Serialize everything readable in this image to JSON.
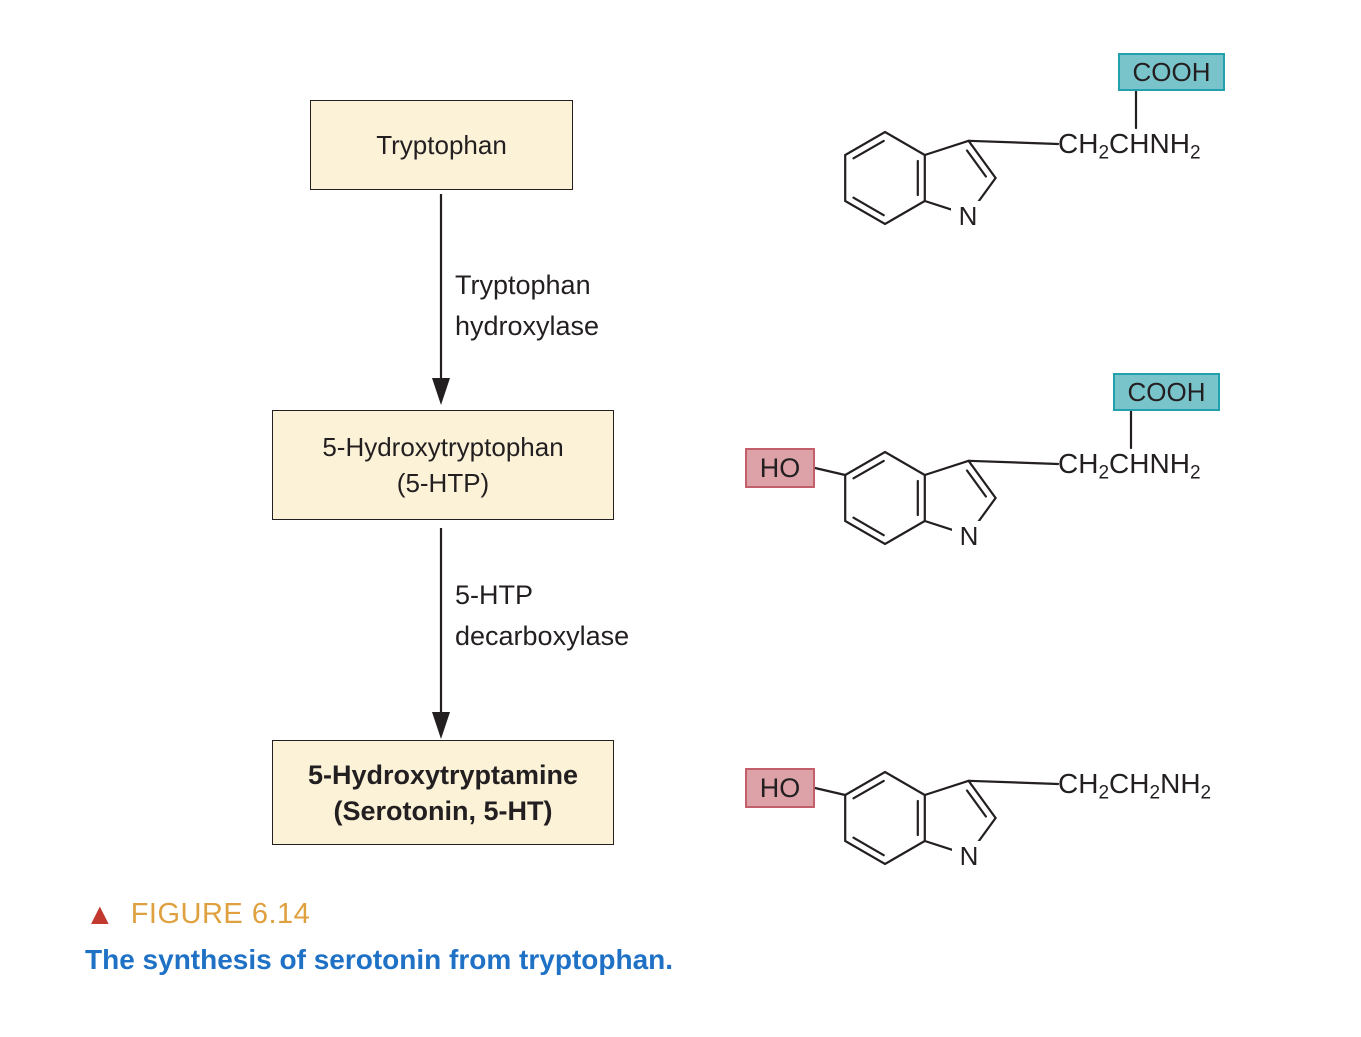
{
  "flowchart": {
    "box1": {
      "label": "Tryptophan"
    },
    "enzyme1": {
      "line1": "Tryptophan",
      "line2": "hydroxylase"
    },
    "box2": {
      "line1": "5-Hydroxytryptophan",
      "line2": "(5-HTP)"
    },
    "enzyme2": {
      "line1": "5-HTP",
      "line2": "decarboxylase"
    },
    "box3": {
      "line1": "5-Hydroxytryptamine",
      "line2": "(Serotonin, 5-HT)"
    }
  },
  "structures": {
    "tryptophan": {
      "cooh_label": "COOH",
      "n_label": "N",
      "side_chain": {
        "a": "CH",
        "a_sub": "2",
        "b": "CHNH",
        "b_sub": "2"
      }
    },
    "hydroxytryptophan": {
      "cooh_label": "COOH",
      "ho_label": "HO",
      "n_label": "N",
      "side_chain": {
        "a": "CH",
        "a_sub": "2",
        "b": "CHNH",
        "b_sub": "2"
      }
    },
    "serotonin": {
      "ho_label": "HO",
      "n_label": "N",
      "side_chain": {
        "a": "CH",
        "a_sub": "2",
        "b": "CH",
        "b_sub": "2",
        "c": "NH",
        "c_sub": "2"
      }
    }
  },
  "caption": {
    "figure_label": "FIGURE 6.14",
    "title": "The synthesis of serotonin from tryptophan."
  },
  "colors": {
    "box_fill": "#FBF2D8",
    "box_border": "#231F20",
    "cooh_fill": "#79C3CB",
    "cooh_border": "#23A0AE",
    "ho_fill": "#DCA2A8",
    "ho_border": "#C25F6B",
    "figure_label": "#DFA13F",
    "title": "#1F71C6",
    "triangle": "#C23A2F",
    "bond": "#231F20"
  }
}
